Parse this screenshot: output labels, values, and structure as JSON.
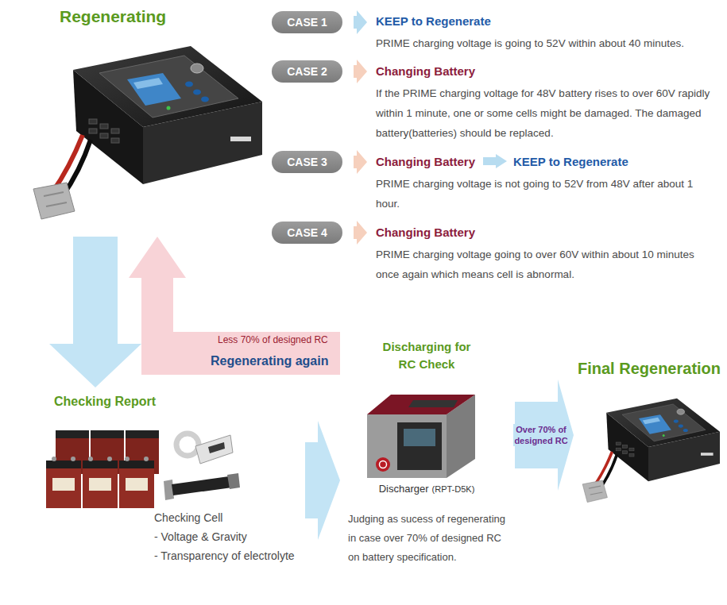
{
  "diagram": {
    "nodes": [
      {
        "text": [
          "Regenerating"
        ]
      },
      {
        "text": [
          "CASE 1"
        ]
      },
      {
        "text": [
          "KEEP to Regenerate",
          "PRIME charging voltage is going to 52V within about 40 minutes."
        ]
      },
      {
        "text": [
          "CASE 2"
        ]
      },
      {
        "text": [
          "Changing Battery",
          "If the PRIME charging voltage for 48V battery rises to over 60V rapidly within 1 minute, one or some cells might be damaged. The damaged battery(batteries) should be replaced."
        ]
      },
      {
        "text": [
          "CASE 3"
        ]
      },
      {
        "text": [
          "Changing Battery",
          "KEEP to Regenerate",
          "PRIME charging voltage is not going to 52V from 48V after about 1 hour."
        ]
      },
      {
        "text": [
          "CASE 4"
        ]
      },
      {
        "text": [
          "Changing Battery",
          "PRIME charging voltage going to over 60V within about 10 minutes once again which means cell is abnormal."
        ]
      },
      {
        "text": [
          "Checking Report",
          "Checking Cell",
          "- Voltage & Gravity",
          "- Transparency of electrolyte"
        ]
      },
      {
        "text": [
          "Discharging for RC Check",
          "Discharger",
          "(RPT-D5K)",
          "Judging as sucess of regenerating in case over 70% of designed RC on battery specification."
        ]
      },
      {
        "text": [
          "Final Regeneration"
        ]
      }
    ],
    "edges": [
      {
        "from": 1,
        "to": 2,
        "arrow": "to"
      },
      {
        "from": 3,
        "to": 4,
        "arrow": "to"
      },
      {
        "from": 5,
        "to": 6,
        "arrow": "to"
      },
      {
        "from": 7,
        "to": 8,
        "arrow": "to"
      },
      {
        "from": 0,
        "to": 9,
        "arrow": "to"
      },
      {
        "from": 10,
        "to": 0,
        "label": "Regenerating again",
        "arrow": "to"
      },
      {
        "from": 9,
        "to": 10,
        "arrow": "to"
      },
      {
        "from": 10,
        "to": 11,
        "label": "Over 70% of designed RC",
        "arrow": "to"
      }
    ],
    "labels": [
      "Less 70% of designed RC"
    ]
  }
}
